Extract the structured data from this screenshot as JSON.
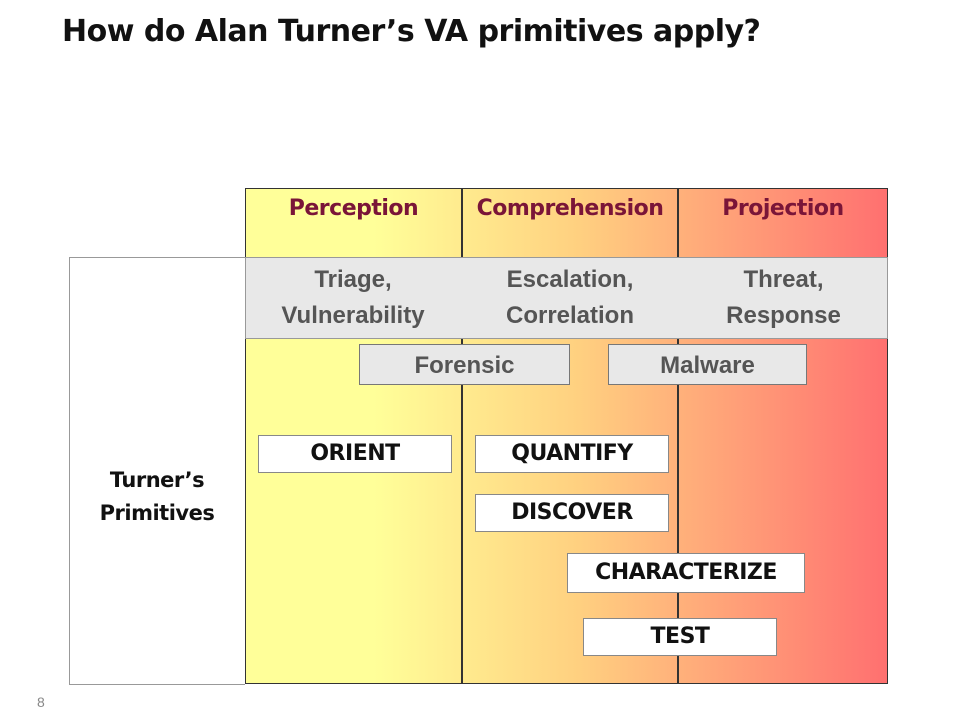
{
  "slide": {
    "title": "How do Alan Turner’s VA primitives apply?",
    "page_number": "8"
  },
  "stages": [
    {
      "label": "Perception"
    },
    {
      "label": "Comprehension"
    },
    {
      "label": "Projection"
    }
  ],
  "row_label": {
    "line1": "Turner’s",
    "line2": "Primitives"
  },
  "activities": [
    {
      "line1": "Triage,",
      "line2": "Vulnerability"
    },
    {
      "line1": "Escalation,",
      "line2": "Correlation"
    },
    {
      "line1": "Threat,",
      "line2": "Response"
    }
  ],
  "tags": [
    "Forensic",
    "Malware"
  ],
  "primitives": [
    "ORIENT",
    "QUANTIFY",
    "DISCOVER",
    "CHARACTERIZE",
    "TEST"
  ],
  "colors": {
    "perception": "#ffff99",
    "comprehension": "#ffd080",
    "projection": "#ff7070",
    "stage_label": "#7a1538"
  }
}
